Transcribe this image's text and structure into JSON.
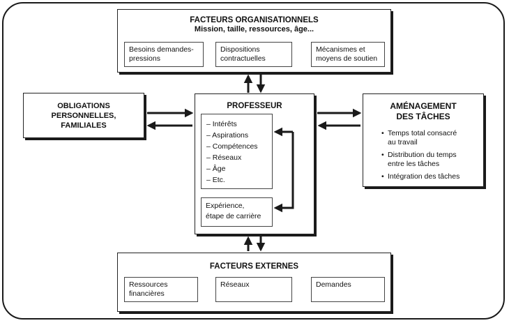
{
  "org": {
    "title": "FACTEURS ORGANISATIONNELS",
    "subtitle": "Mission, taille, ressources, âge...",
    "items": [
      "Besoins demandes-\npressions",
      "Dispositions\ncontractuelles",
      "Mécanismes et\nmoyens de soutien"
    ]
  },
  "obligations": {
    "title": "OBLIGATIONS\nPERSONNELLES,\nFAMILIALES"
  },
  "professeur": {
    "title": "PROFESSEUR",
    "traits": [
      "– Intérêts",
      "– Aspirations",
      "– Compétences",
      "– Réseaux",
      "– Âge",
      "– Etc."
    ],
    "experience": "Expérience,\nétape de carrière"
  },
  "amenagement": {
    "title": "AMÉNAGEMENT\nDES TÂCHES",
    "bullets": [
      "Temps total consacré\nau travail",
      "Distribution du temps\nentre les tâches",
      "Intégration des tâches"
    ]
  },
  "externes": {
    "title": "FACTEURS EXTERNES",
    "items": [
      "Ressources\nfinancières",
      "Réseaux",
      "Demandes"
    ]
  }
}
